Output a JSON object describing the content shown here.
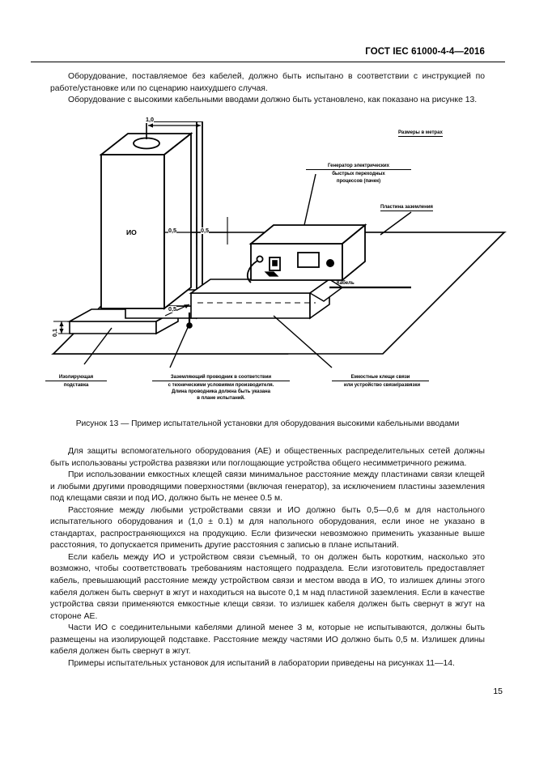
{
  "document": {
    "standard_header": "ГОСТ IEC 61000-4-4—2016",
    "page_number": "15"
  },
  "top_text": {
    "paragraphs": [
      "Оборудование, поставляемое без кабелей, должно быть испытано в соответствии с инструкцией по работе/установке или по сценарию наихудшего случая.",
      "Оборудование с высокими кабельными вводами должно быть установлено, как показано на рисунке 13."
    ]
  },
  "figure": {
    "caption": "Рисунок 13 — Пример испытательной установки для оборудования  высокими кабельными вводами",
    "units_note": "Размеры в метрах",
    "labels": {
      "generator_line1": "Генератор электрических",
      "generator_line2": "быстрых переходных",
      "generator_line3": "процессов (пачек)",
      "ground_plane": "Пластина заземления",
      "cable": "Кабель",
      "insulating_support_line1": "Изолирующая",
      "insulating_support_line2": "подставка",
      "ground_conductor_line1": "Заземляющий проводник в соответствии",
      "ground_conductor_line2": "с техническими условиями производителя.",
      "ground_conductor_line3": "Длина проводника должна быть указана",
      "ground_conductor_line4": "в плане испытаний.",
      "coupling_clamp_line1": "Емкостные клещи связи",
      "coupling_clamp_line2": "или устройство связи/развязки",
      "eut": "ИО"
    },
    "dimensions": {
      "top_width": "1,0",
      "height_left": "0,1",
      "mid_left": "0,5",
      "mid_right": "0,5",
      "clamp_gap": "0,5"
    }
  },
  "body_text": {
    "paragraphs": [
      "Для защиты вспомогательного оборудования (АЕ) и общественных распределительных сетей должны быть использованы устройства развязки или поглощающие устройства общего несимметричного режима.",
      "При использовании емкостных клещей связи минимальное расстояние между пластинами связи клещей и любыми другими проводящими поверхностями (включая генератор), за исключением пластины заземления под клещами связи и под ИО, должно быть не менее 0.5 м.",
      "Расстояние между любыми устройствами связи и ИО должно быть 0,5—0,6 м для настольного испытательного оборудования и (1,0 ± 0.1) м для напольного оборудования, если иное не указано в стандартах, распространяющихся на продукцию. Если физически невозможно применить указанные выше расстояния, то допускается применить другие расстояния с записью в плане испытаний.",
      "Если кабель между ИО и устройством связи съемный, то он должен быть коротким, насколько это возможно, чтобы соответствовать требованиям настоящего подраздела. Если изготовитель предоставляет кабель, превышающий расстояние между устройством связи и местом ввода в ИО, то излишек длины этого кабеля должен быть свернут в жгут и находиться на высоте 0,1 м над пластиной заземления. Если в качестве устройства связи применяются емкостные клещи связи. то излишек кабеля должен быть свернут в жгут на стороне АЕ.",
      "Части ИО с соединительными кабелями длиной менее 3 м, которые не испытываются, должны быть размещены на изолирующей подставке. Расстояние между частями ИО должно быть 0,5 м. Излишек длины кабеля должен быть свернут в жгут.",
      "Примеры испытательных установок для испытаний в лаборатории приведены на рисунках 11—14."
    ]
  }
}
